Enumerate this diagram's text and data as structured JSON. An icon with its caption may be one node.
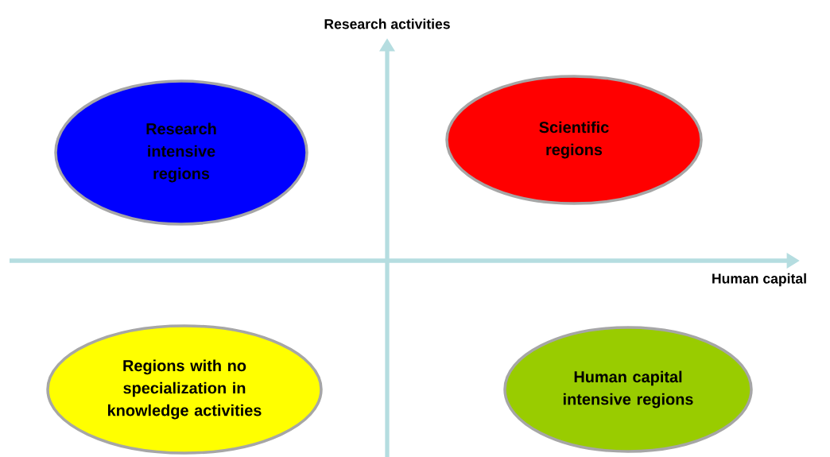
{
  "diagram": {
    "nodes": [
      {
        "text": [
          "Research intensive regions"
        ]
      },
      {
        "text": [
          "Scientific regions"
        ]
      },
      {
        "text": [
          "Regions with no specialization in knowledge activities"
        ]
      },
      {
        "text": [
          "Human capital intensive regions"
        ]
      }
    ],
    "labels": [
      "Research activities",
      "Human capital"
    ]
  }
}
